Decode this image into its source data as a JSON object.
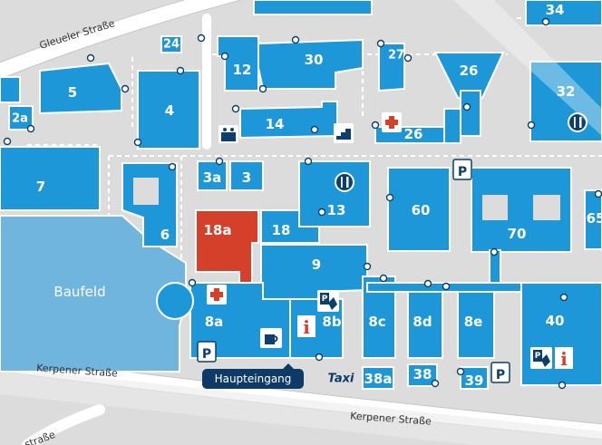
{
  "streets": {
    "gleueler": "Gleueler Straße",
    "kerpener_top": "Kerpener Straße",
    "kerpener_bottom": "Kerpener Straße",
    "strasse_fragment": "straße"
  },
  "labels": {
    "baufeld": "Baufeld",
    "main_entrance": "Haupteingang",
    "taxi": "Taxi",
    "highlighted_building": "18a"
  },
  "buildings": [
    "2a",
    "5",
    "4",
    "7",
    "6",
    "12",
    "30",
    "24",
    "27",
    "26",
    "32",
    "14",
    "26",
    "3a",
    "3",
    "13",
    "60",
    "70",
    "65",
    "18a",
    "18",
    "9",
    "8a",
    "8b",
    "8c",
    "8d",
    "8e",
    "40",
    "38a",
    "38",
    "39",
    "34"
  ],
  "icons": [
    "first-aid-icon",
    "parking-icon",
    "restaurant-icon",
    "info-icon",
    "cafe-icon",
    "parking-ticket-icon",
    "stairs-icon",
    "childcare-icon"
  ],
  "colors": {
    "building": "#1d97d8",
    "highlight": "#d5402b",
    "baufeld": "#6fb5dd",
    "background": "#dcdcdc",
    "entrance_label": "#0d3a66"
  }
}
